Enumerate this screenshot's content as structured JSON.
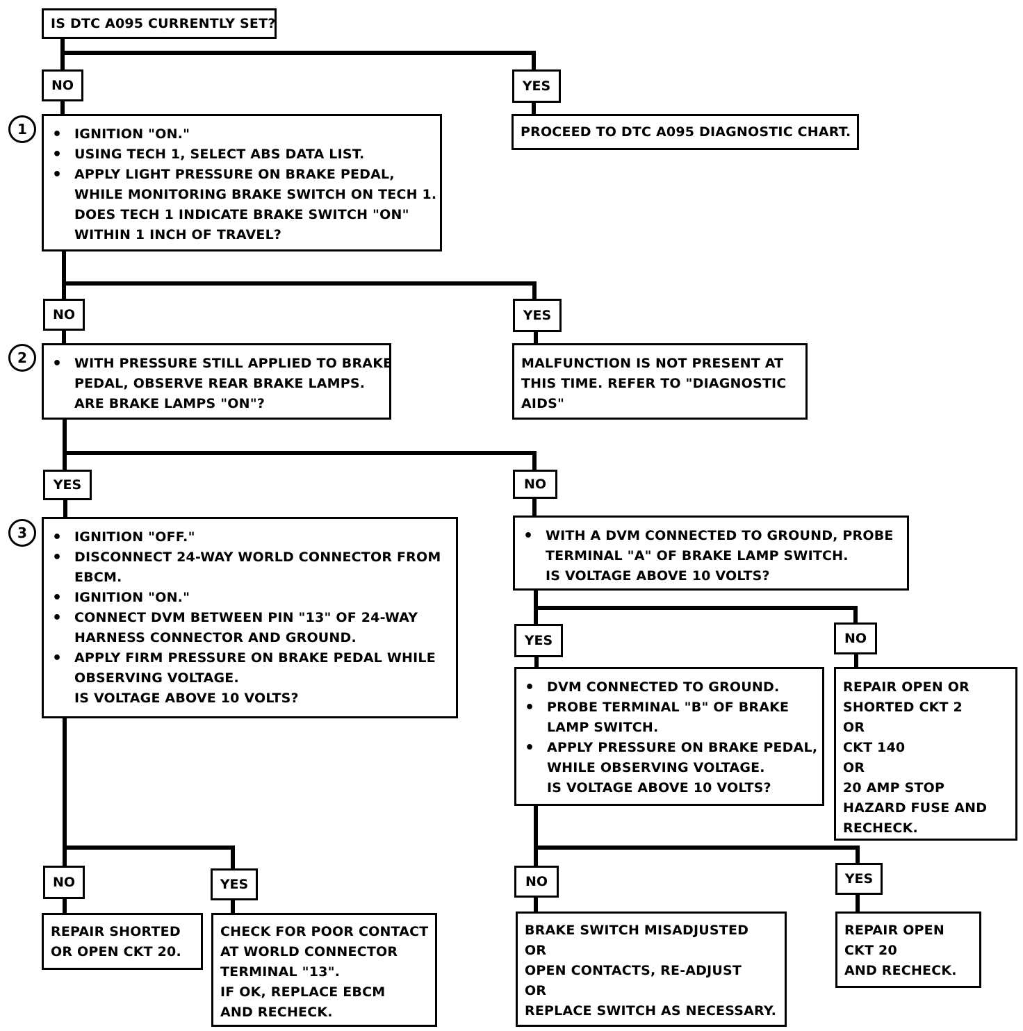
{
  "start_question": "IS DTC A095 CURRENTLY SET?",
  "answers": {
    "no": "NO",
    "yes": "YES"
  },
  "step_numbers": [
    "1",
    "2",
    "3"
  ],
  "step1": {
    "bullets": [
      "IGNITION \"ON.\"",
      "USING TECH 1, SELECT ABS DATA LIST.",
      "APPLY LIGHT PRESSURE ON BRAKE PEDAL,"
    ],
    "continuation": [
      "WHILE MONITORING BRAKE SWITCH ON TECH 1.",
      "DOES TECH 1 INDICATE BRAKE SWITCH \"ON\"",
      "WITHIN 1 INCH OF TRAVEL?"
    ]
  },
  "proceed_box": "PROCEED TO DTC A095 DIAGNOSTIC CHART.",
  "step2": {
    "bullets": [
      "WITH PRESSURE STILL APPLIED TO BRAKE"
    ],
    "continuation": [
      "PEDAL, OBSERVE REAR BRAKE LAMPS.",
      "ARE BRAKE LAMPS \"ON\"?"
    ]
  },
  "malfunction_box": [
    "MALFUNCTION IS NOT PRESENT AT",
    "THIS TIME.  REFER TO \"DIAGNOSTIC",
    "AIDS\""
  ],
  "step3": {
    "lines": [
      {
        "bullet": true,
        "text": "IGNITION \"OFF.\""
      },
      {
        "bullet": true,
        "text": "DISCONNECT 24-WAY WORLD CONNECTOR FROM"
      },
      {
        "bullet": false,
        "text": "EBCM."
      },
      {
        "bullet": true,
        "text": "IGNITION \"ON.\""
      },
      {
        "bullet": true,
        "text": "CONNECT DVM BETWEEN PIN \"13\" OF 24-WAY"
      },
      {
        "bullet": false,
        "text": "HARNESS CONNECTOR  AND GROUND."
      },
      {
        "bullet": true,
        "text": "APPLY FIRM PRESSURE ON BRAKE PEDAL WHILE"
      },
      {
        "bullet": false,
        "text": "OBSERVING VOLTAGE."
      },
      {
        "bullet": false,
        "text": "IS VOLTAGE  ABOVE 10 VOLTS?"
      }
    ]
  },
  "terminal_a_box": {
    "bullets": [
      "WITH A DVM CONNECTED TO GROUND, PROBE"
    ],
    "continuation": [
      "TERMINAL \"A\" OF BRAKE LAMP SWITCH.",
      "IS VOLTAGE ABOVE 10 VOLTS?"
    ]
  },
  "terminal_b_box": {
    "lines": [
      {
        "bullet": true,
        "text": "DVM CONNECTED TO GROUND."
      },
      {
        "bullet": true,
        "text": "PROBE TERMINAL \"B\"  OF BRAKE"
      },
      {
        "bullet": false,
        "text": "LAMP SWITCH."
      },
      {
        "bullet": true,
        "text": "APPLY PRESSURE ON BRAKE PEDAL,"
      },
      {
        "bullet": false,
        "text": "WHILE OBSERVING VOLTAGE."
      },
      {
        "bullet": false,
        "text": "IS VOLTAGE ABOVE 10 VOLTS?"
      }
    ]
  },
  "repair_open_shorted_box": [
    "REPAIR OPEN OR",
    "SHORTED CKT 2",
    "OR",
    "CKT 140",
    "OR",
    "20 AMP STOP",
    "HAZARD FUSE AND",
    "RECHECK."
  ],
  "repair_shorted_box": [
    "REPAIR SHORTED",
    "OR OPEN CKT 20."
  ],
  "check_contact_box": [
    "CHECK FOR POOR CONTACT",
    "AT WORLD CONNECTOR",
    "TERMINAL \"13\".",
    "IF OK, REPLACE EBCM",
    "AND RECHECK."
  ],
  "brake_switch_box": [
    "BRAKE SWITCH MISADJUSTED",
    "OR",
    "OPEN CONTACTS, RE-ADJUST",
    "OR",
    "REPLACE SWITCH AS NECESSARY."
  ],
  "repair_open_ckt20_box": [
    "REPAIR OPEN",
    "CKT 20",
    "AND RECHECK."
  ]
}
